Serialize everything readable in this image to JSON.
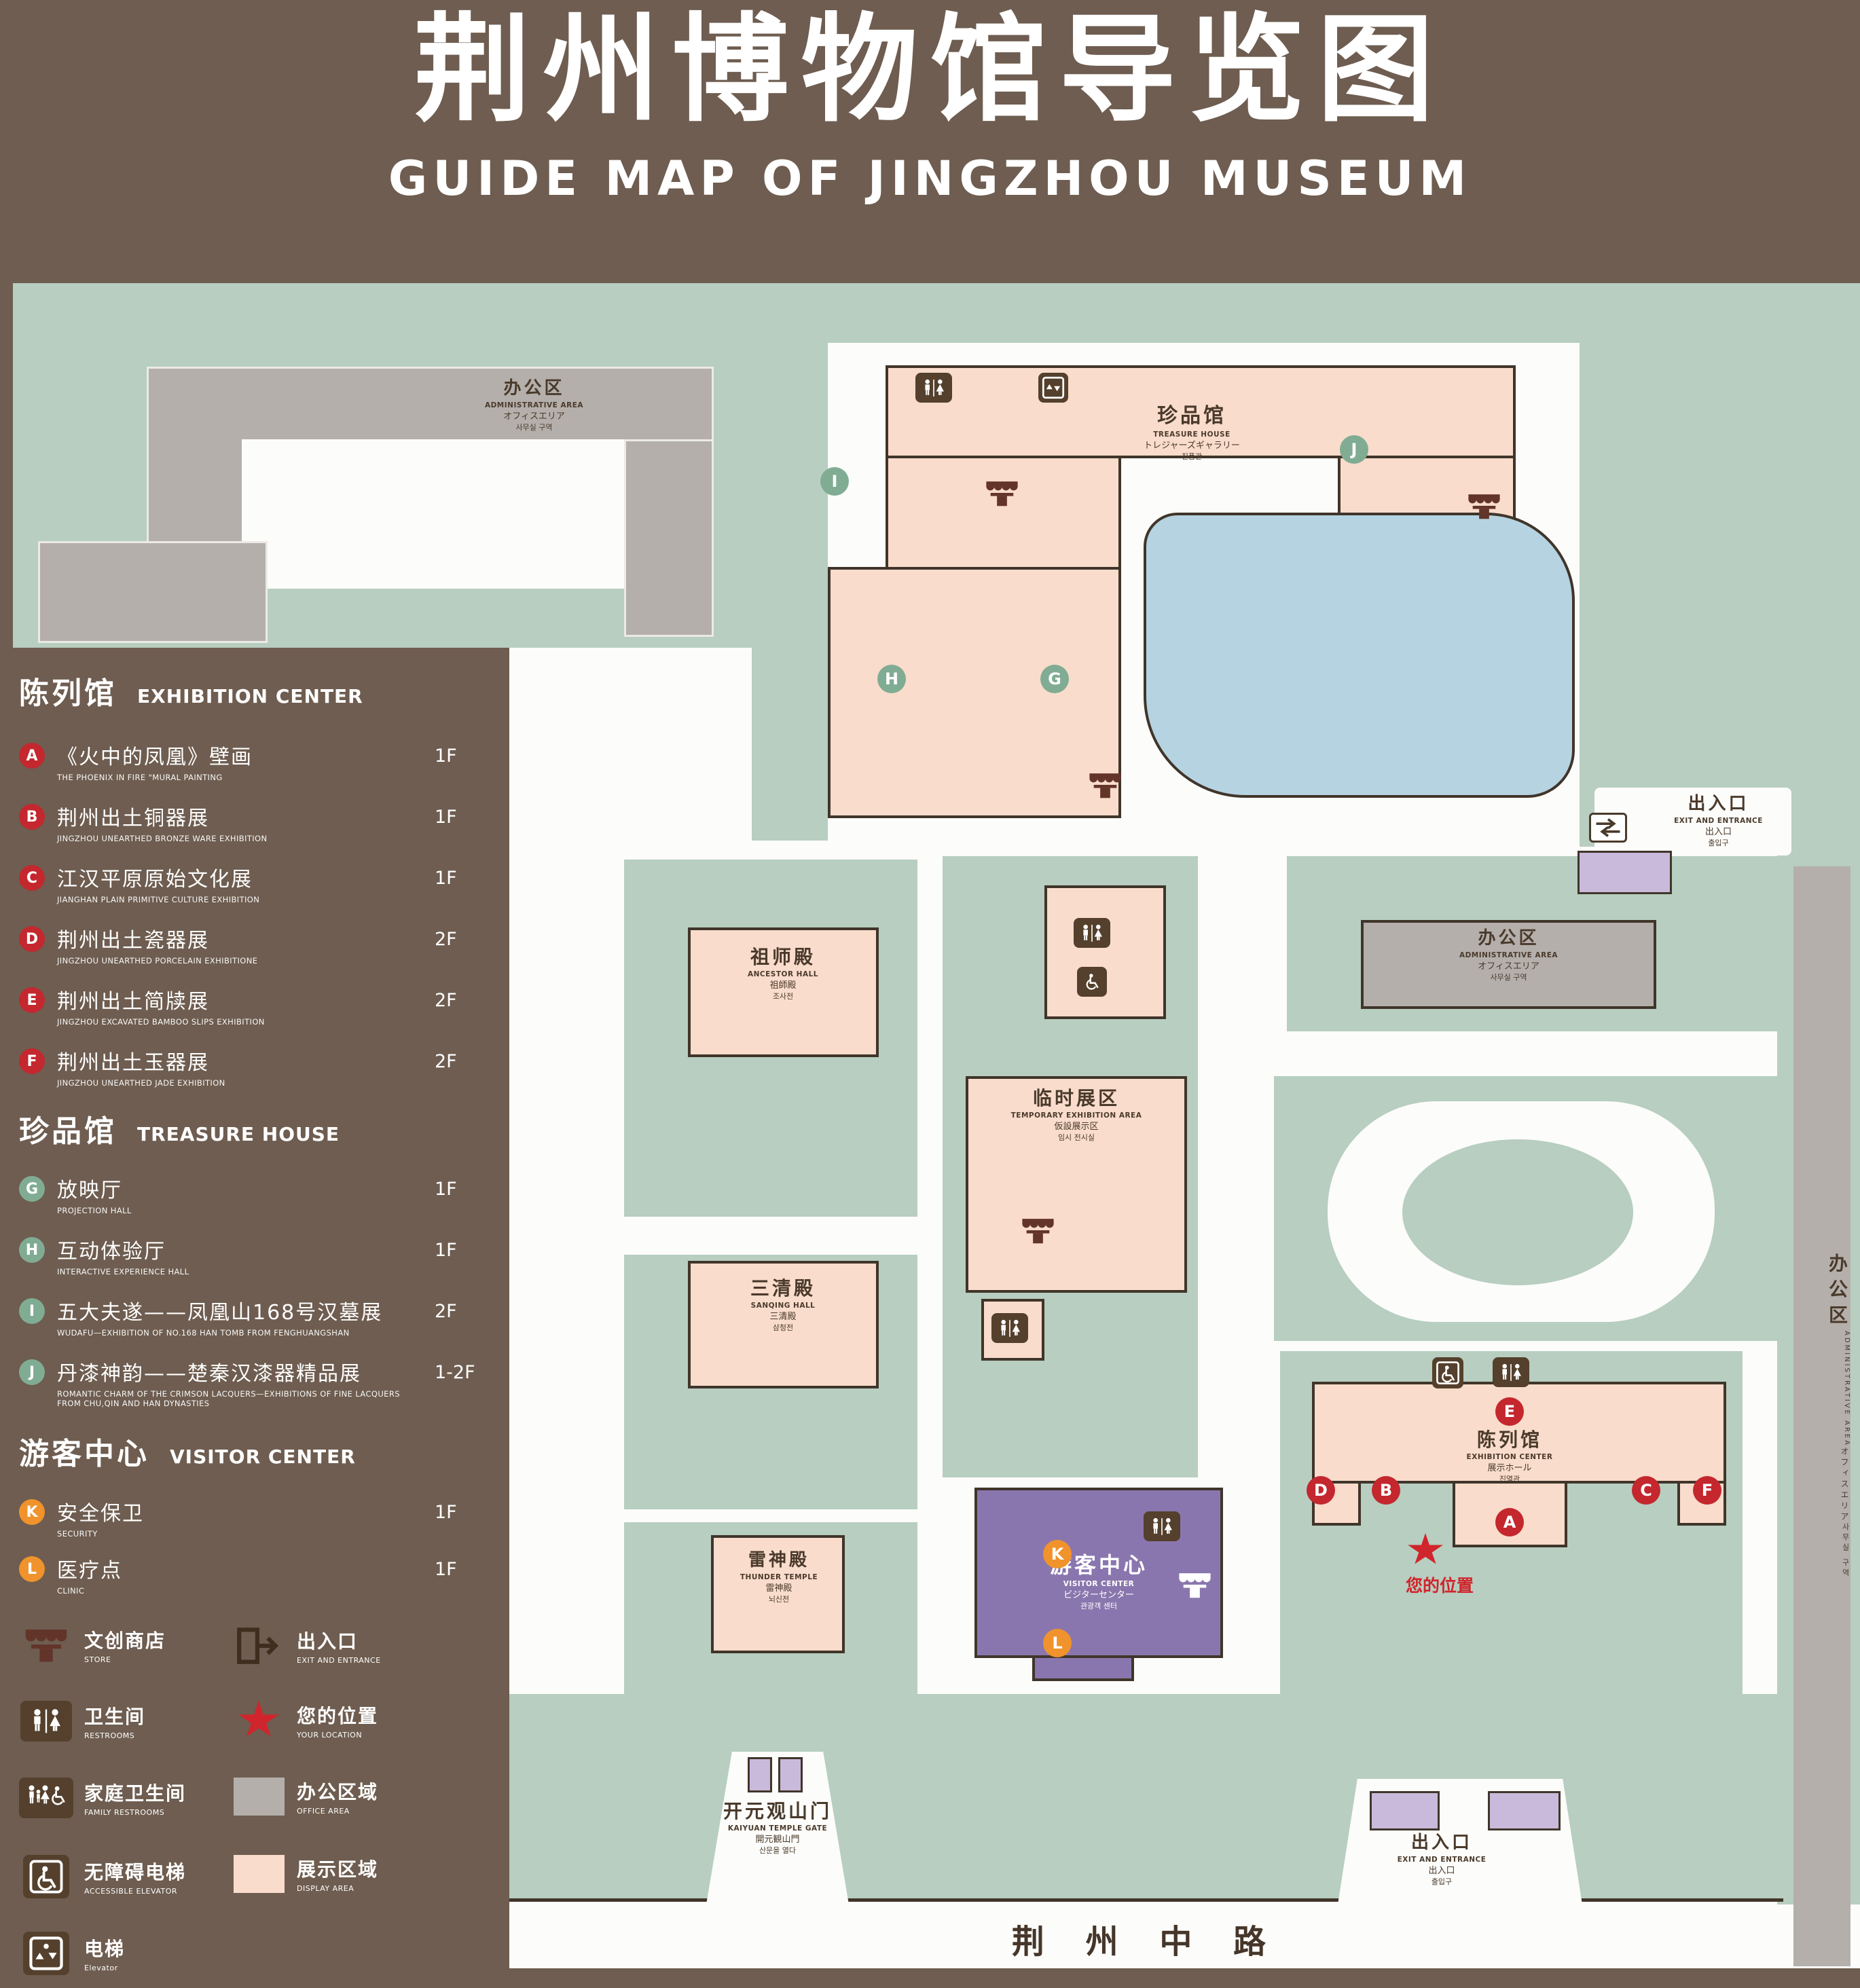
{
  "title": {
    "zh": "荆州博物馆导览图",
    "en": "GUIDE MAP OF JINGZHOU MUSEUM"
  },
  "colors": {
    "background": "#6e5d50",
    "lawn": "#b7cec0",
    "path": "#fcfcfa",
    "display_area": "#f9dccb",
    "office_area": "#b4afab",
    "water": "#b6d3e2",
    "visitor_center": "#8a76ae",
    "entrance_pad": "#c9badb",
    "outline": "#40352a",
    "marker_red": "#c4272e",
    "marker_green": "#80ac93",
    "marker_orange": "#f0932c",
    "icon_brown": "#54402c",
    "store_brown": "#63342a",
    "star_red": "#d0252c"
  },
  "legend": {
    "sections": [
      {
        "zh": "陈列馆",
        "en": "EXHIBITION CENTER",
        "items": [
          {
            "key": "A",
            "zh": "《火中的凤凰》壁画",
            "en": "THE PHOENIX IN FIRE \"MURAL PAINTING",
            "floor": "1F"
          },
          {
            "key": "B",
            "zh": "荆州出土铜器展",
            "en": "JINGZHOU UNEARTHED BRONZE WARE EXHIBITION",
            "floor": "1F"
          },
          {
            "key": "C",
            "zh": "江汉平原原始文化展",
            "en": "JIANGHAN PLAIN PRIMITIVE CULTURE EXHIBITION",
            "floor": "1F"
          },
          {
            "key": "D",
            "zh": "荆州出土瓷器展",
            "en": "JINGZHOU UNEARTHED PORCELAIN EXHIBITIONE",
            "floor": "2F"
          },
          {
            "key": "E",
            "zh": "荆州出土简牍展",
            "en": "JINGZHOU EXCAVATED BAMBOO SLIPS EXHIBITION",
            "floor": "2F"
          },
          {
            "key": "F",
            "zh": "荆州出土玉器展",
            "en": "JINGZHOU UNEARTHED JADE EXHIBITION",
            "floor": "2F"
          }
        ]
      },
      {
        "zh": "珍品馆",
        "en": "TREASURE HOUSE",
        "items": [
          {
            "key": "G",
            "zh": "放映厅",
            "en": "PROJECTION HALL",
            "floor": "1F"
          },
          {
            "key": "H",
            "zh": "互动体验厅",
            "en": "INTERACTIVE EXPERIENCE HALL",
            "floor": "1F"
          },
          {
            "key": "I",
            "zh": "五大夫遂——凤凰山168号汉墓展",
            "en": "WUDAFU—EXHIBITION OF NO.168 HAN TOMB FROM FENGHUANGSHAN",
            "floor": "2F"
          },
          {
            "key": "J",
            "zh": "丹漆神韵——楚秦汉漆器精品展",
            "en": "ROMANTIC CHARM OF THE CRIMSON LACQUERS—EXHIBITIONS OF FINE LACQUERS FROM CHU,QIN AND HAN DYNASTIES",
            "floor": "1-2F"
          }
        ]
      },
      {
        "zh": "游客中心",
        "en": "VISITOR CENTER",
        "items": [
          {
            "key": "K",
            "zh": "安全保卫",
            "en": "SECURITY",
            "floor": "1F"
          },
          {
            "key": "L",
            "zh": "医疗点",
            "en": "CLINIC",
            "floor": "1F"
          }
        ]
      }
    ],
    "symbols": [
      {
        "icon": "store-icon",
        "zh": "文创商店",
        "en": "STORE"
      },
      {
        "icon": "exit-icon",
        "zh": "出入口",
        "en": "EXIT AND ENTRANCE"
      },
      {
        "icon": "restroom-icon",
        "zh": "卫生间",
        "en": "RESTROOMS"
      },
      {
        "icon": "location-star-icon",
        "zh": "您的位置",
        "en": "YOUR LOCATION"
      },
      {
        "icon": "family-restroom-icon",
        "zh": "家庭卫生间",
        "en": "FAMILY RESTROOMS"
      },
      {
        "icon": "office-area-swatch",
        "zh": "办公区域",
        "en": "OFFICE AREA"
      },
      {
        "icon": "accessible-elevator-icon",
        "zh": "无障碍电梯",
        "en": "ACCESSIBLE ELEVATOR"
      },
      {
        "icon": "display-area-swatch",
        "zh": "展示区域",
        "en": "DISPLAY AREA"
      },
      {
        "icon": "elevator-icon",
        "zh": "电梯",
        "en": "Elevator"
      }
    ]
  },
  "map": {
    "buildings": {
      "admin_top": {
        "zh": "办公区",
        "en": "ADMINISTRATIVE AREA",
        "ja": "オフィスエリア",
        "ko": "사무실 구역"
      },
      "treasure": {
        "zh": "珍品馆",
        "en": "TREASURE HOUSE",
        "ja": "トレジャーズギャラリー",
        "ko": "진품관"
      },
      "office_mid": {
        "zh": "办公区",
        "en": "ADMINISTRATIVE AREA",
        "ja": "オフィスエリア",
        "ko": "사무실 구역"
      },
      "admin_right": {
        "zh": "办公区",
        "en": "ADMINISTRATIVE AREA",
        "ja": "オフィスエリア",
        "ko": "사무실 구역"
      },
      "ancestor": {
        "zh": "祖师殿",
        "en": "ANCESTOR HALL",
        "ja": "祖師殿",
        "ko": "조사전"
      },
      "temporary": {
        "zh": "临时展区",
        "en": "TEMPORARY EXHIBITION AREA",
        "ja": "仮設展示区",
        "ko": "임시 전시실"
      },
      "sanqing": {
        "zh": "三清殿",
        "en": "SANQING HALL",
        "ja": "三清殿",
        "ko": "삼청전"
      },
      "thunder": {
        "zh": "雷神殿",
        "en": "THUNDER TEMPLE",
        "ja": "雷神殿",
        "ko": "뇌신전"
      },
      "exhibition": {
        "zh": "陈列馆",
        "en": "EXHIBITION CENTER",
        "ja": "展示ホール",
        "ko": "진열관"
      },
      "visitor": {
        "zh": "游客中心",
        "en": "VISITOR CENTER",
        "ja": "ビジターセンター",
        "ko": "관광객 센터"
      },
      "gate": {
        "zh": "开元观山门",
        "en": "KAIYUAN TEMPLE GATE",
        "ja": "開元観山門",
        "ko": "산문을 열다"
      }
    },
    "exit": {
      "zh": "出入口",
      "en": "EXIT AND ENTRANCE",
      "ja": "出入口",
      "ko": "출입구"
    },
    "your_location": "您的位置",
    "road": "荆 州 中 路",
    "marker_letters": {
      "a": "A",
      "b": "B",
      "c": "C",
      "d": "D",
      "e": "E",
      "f": "F",
      "g": "G",
      "h": "H",
      "i": "I",
      "j": "J",
      "k": "K",
      "l": "L"
    }
  }
}
